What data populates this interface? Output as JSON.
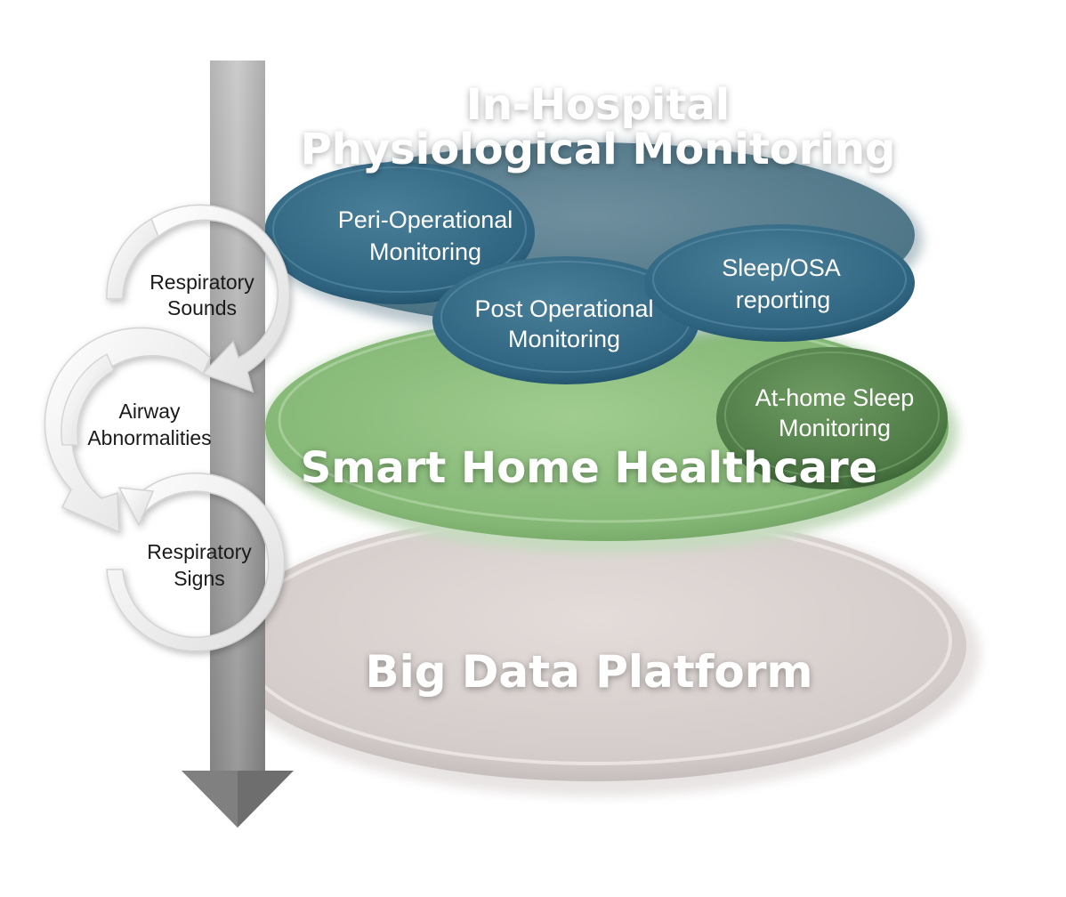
{
  "layers": {
    "hospital": {
      "title_line1": "In-Hospital",
      "title_line2": "Physiological Monitoring",
      "color": "#3e6a80"
    },
    "home": {
      "title": "Smart Home Healthcare",
      "color": "#86bb78"
    },
    "platform": {
      "title": "Big Data Platform",
      "color": "#d8d1cf"
    }
  },
  "sub_ellipses": {
    "peri": {
      "line1": "Peri-Operational",
      "line2": "Monitoring"
    },
    "post": {
      "line1": "Post Operational",
      "line2": "Monitoring"
    },
    "sleep_osa": {
      "line1": "Sleep/OSA",
      "line2": "reporting"
    },
    "at_home": {
      "line1": "At-home Sleep",
      "line2": "Monitoring"
    }
  },
  "cycle": {
    "sounds": {
      "line1": "Respiratory",
      "line2": "Sounds"
    },
    "airway": {
      "line1": "Airway",
      "line2": "Abnormalities"
    },
    "signs": {
      "line1": "Respiratory",
      "line2": "Signs"
    }
  },
  "colors": {
    "blue": "#2f6480",
    "green_dark": "#4d7a45",
    "arrow_gray": "#7a7a7a"
  }
}
